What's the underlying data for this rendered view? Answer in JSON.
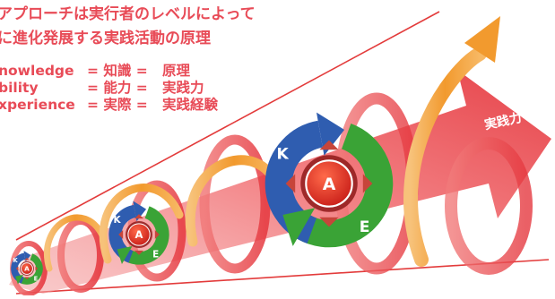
{
  "title": {
    "line1": "アプローチは実行者のレベルによって",
    "line2": "に進化発展する実践活動の原理"
  },
  "definitions": [
    {
      "term": "nowledge",
      "eq1": "= 知識 =",
      "result": "原理"
    },
    {
      "term": "bility",
      "eq1": "= 能力 =",
      "result": "実践力"
    },
    {
      "term": "xperience",
      "eq1": "= 実際 =",
      "result": "実践経験"
    }
  ],
  "arrow_label": "実践力",
  "cycles": [
    {
      "k": "K",
      "a": "A",
      "e": "E"
    },
    {
      "k": "K",
      "a": "A",
      "e": "E"
    },
    {
      "k": "K",
      "a": "A",
      "e": "E"
    }
  ],
  "colors": {
    "title_red": "#e84b57",
    "arrow_red": "#e5383f",
    "blue": "#2f5db0",
    "green": "#3aa336",
    "orange": "#f29a2e",
    "center_red": "#d8231f",
    "guide_line": "#e33b3b"
  }
}
